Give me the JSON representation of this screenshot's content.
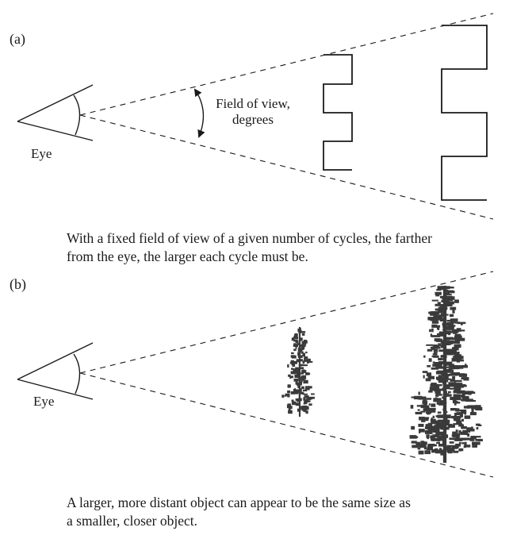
{
  "panel_a": {
    "label": "(a)",
    "eye_label": "Eye",
    "fov_label_line1": "Field of view,",
    "fov_label_line2": "degrees",
    "caption_line1": "With a fixed field of view of a given number of cycles, the farther",
    "caption_line2": "from the eye, the larger each cycle must be."
  },
  "panel_b": {
    "label": "(b)",
    "eye_label": "Eye",
    "caption_line1": "A larger, more distant object can appear to be the same size as",
    "caption_line2": "a smaller, closer object."
  },
  "colors": {
    "ink": "#1a1a1a",
    "tree": "#3a3a3a"
  },
  "icons": [
    "eye-icon",
    "double-arrow-icon",
    "square-wave-icon",
    "tree-icon"
  ]
}
